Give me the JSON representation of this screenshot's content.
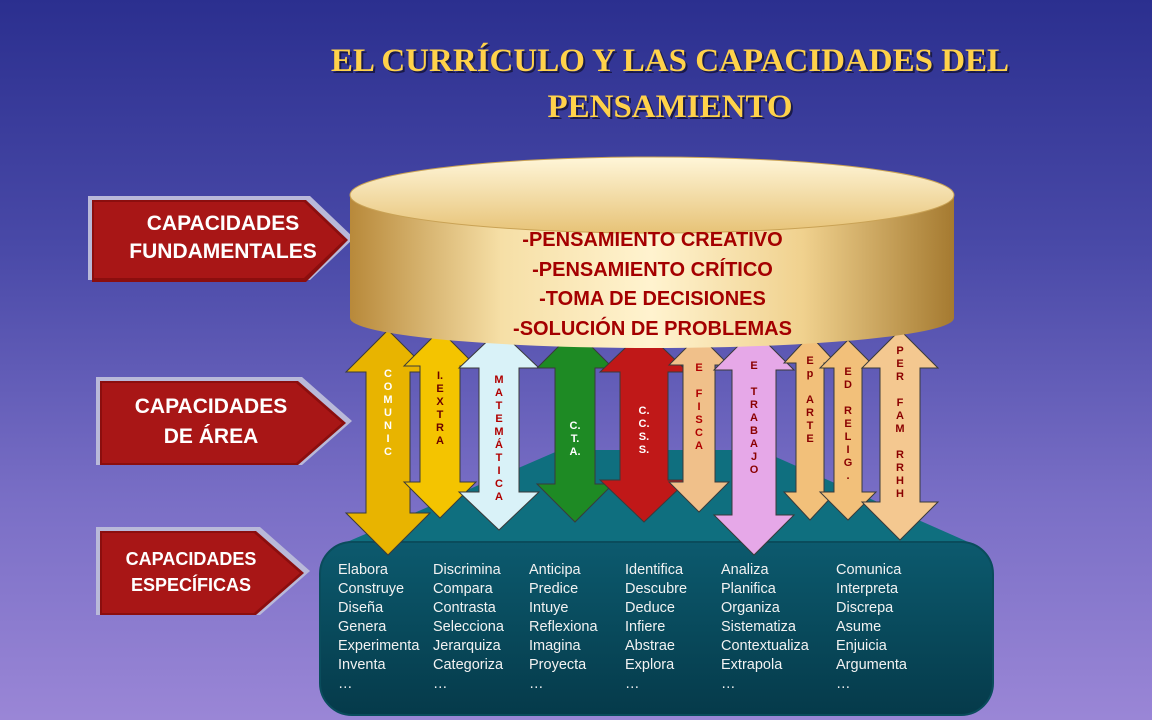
{
  "title": "EL CURRÍCULO Y LAS CAPACIDADES  DEL PENSAMIENTO",
  "labels": {
    "fundamentales": [
      "CAPACIDADES",
      "FUNDAMENTALES"
    ],
    "area": [
      "CAPACIDADES",
      "DE ÁREA"
    ],
    "especificas": [
      "CAPACIDADES",
      "ESPECÍFICAS"
    ]
  },
  "cylinder_lines": [
    "-PENSAMIENTO CREATIVO",
    "-PENSAMIENTO CRÍTICO",
    "-TOMA DE DECISIONES",
    "-SOLUCIÓN DE PROBLEMAS"
  ],
  "areas": [
    {
      "text": "C\nO\nM\nU\nN\nI\nC",
      "color": "#ffffff"
    },
    {
      "text": "I.\nE\nX\nT\nR\nA",
      "color": "#6a0000"
    },
    {
      "text": "M\nA\nT\nE\nM\nÁ\nT\nI\nC\nA",
      "color": "#b00000"
    },
    {
      "text": "C.\nT.\nA.",
      "color": "#ffffff"
    },
    {
      "text": "C.\nC.\nS.\nS.",
      "color": "#ffffff"
    },
    {
      "text": "E\n\nF\nI\nS\nC\nA",
      "color": "#b00000"
    },
    {
      "text": "E\n\nT\nR\nA\nB\nA\nJ\nO",
      "color": "#8a0000"
    },
    {
      "text": "E\np\n\nA\nR\nT\nE",
      "color": "#8a0000"
    },
    {
      "text": "E\nD\n\nR\nE\nL\nI\nG\n.",
      "color": "#8a0000"
    },
    {
      "text": "P\nE\nR\n\nF\nA\nM\n\nR\nR\nH\nH",
      "color": "#8a0000"
    }
  ],
  "verb_columns": [
    [
      "Elabora",
      "Construye",
      "Diseña",
      "Genera",
      "Experimenta",
      "Inventa",
      "…"
    ],
    [
      "Discrimina",
      "Compara",
      "Contrasta",
      "Selecciona",
      "Jerarquiza",
      "Categoriza",
      "…"
    ],
    [
      "Anticipa",
      "Predice",
      "Intuye",
      "Reflexiona",
      "Imagina",
      "Proyecta",
      "…"
    ],
    [
      "Identifica",
      "Descubre",
      "Deduce",
      "Infiere",
      "Abstrae",
      "Explora",
      "…"
    ],
    [
      "Analiza",
      "Planifica",
      "Organiza",
      "Sistematiza",
      "Contextualiza",
      "Extrapola",
      "…"
    ],
    [
      "Comunica",
      "Interpreta",
      "Discrepa",
      "Asume",
      "Enjuicia",
      "Argumenta",
      "…"
    ]
  ]
}
